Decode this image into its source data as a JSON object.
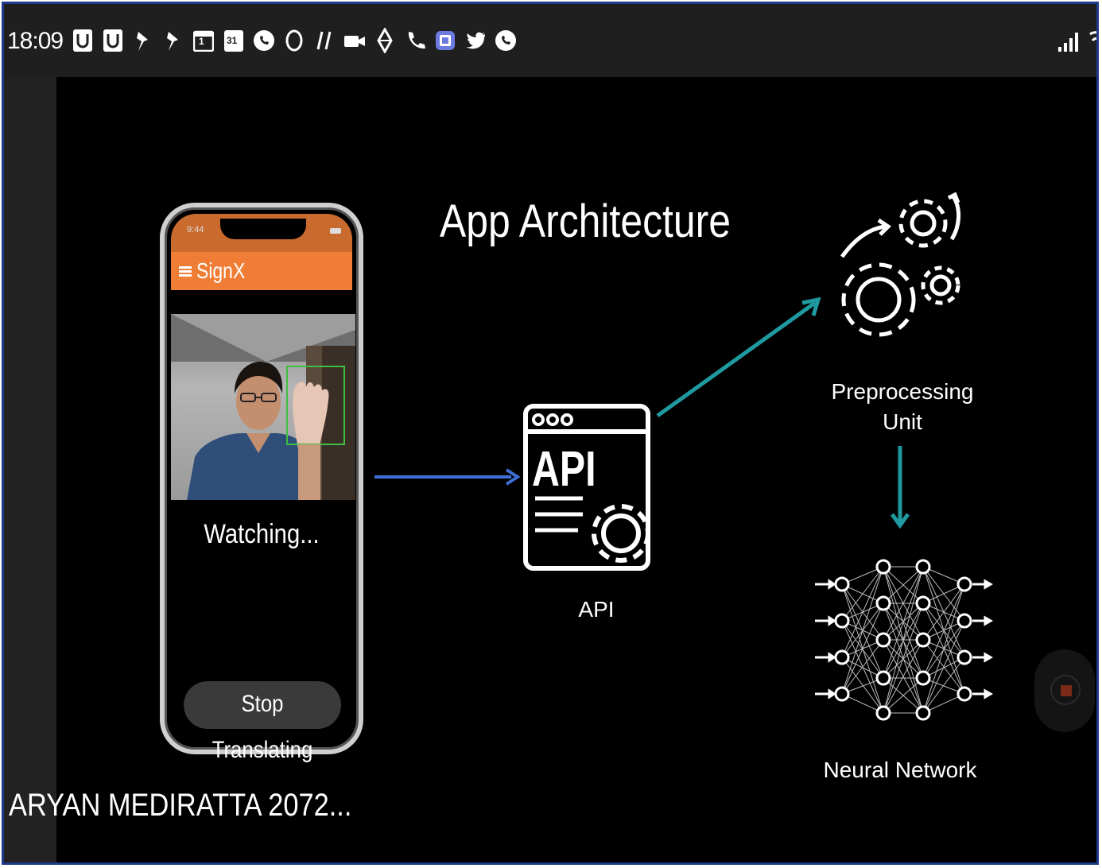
{
  "status_bar": {
    "time": "18:09",
    "icons": [
      "u-badge-icon",
      "u-badge-icon",
      "pin-icon",
      "pin-icon",
      "calendar-icon",
      "calendar-31-icon",
      "whatsapp-icon",
      "circle-icon",
      "slash-icon",
      "video-icon",
      "diamond-icon",
      "phone-icon",
      "teams-icon",
      "twitter-icon",
      "whatsapp-icon"
    ],
    "calendar_day_1": "1",
    "calendar_day_31": "31"
  },
  "slide": {
    "title": "App Architecture",
    "api_icon_text": "API",
    "api_label": "API",
    "preprocessing_label_line1": "Preprocessing",
    "preprocessing_label_line2": "Unit",
    "neural_network_label": "Neural Network",
    "colors": {
      "blue_arrow": "#3f6fd6",
      "teal_arrow": "#1f9aa0",
      "accent_orange": "#ef7d36"
    }
  },
  "phone": {
    "app_title": "SignX",
    "status_time": "9:44",
    "watching_text": "Watching...",
    "stop_button": "Stop Translating"
  },
  "meeting": {
    "presenter_name": "ARYAN MEDIRATTA 2072..."
  }
}
